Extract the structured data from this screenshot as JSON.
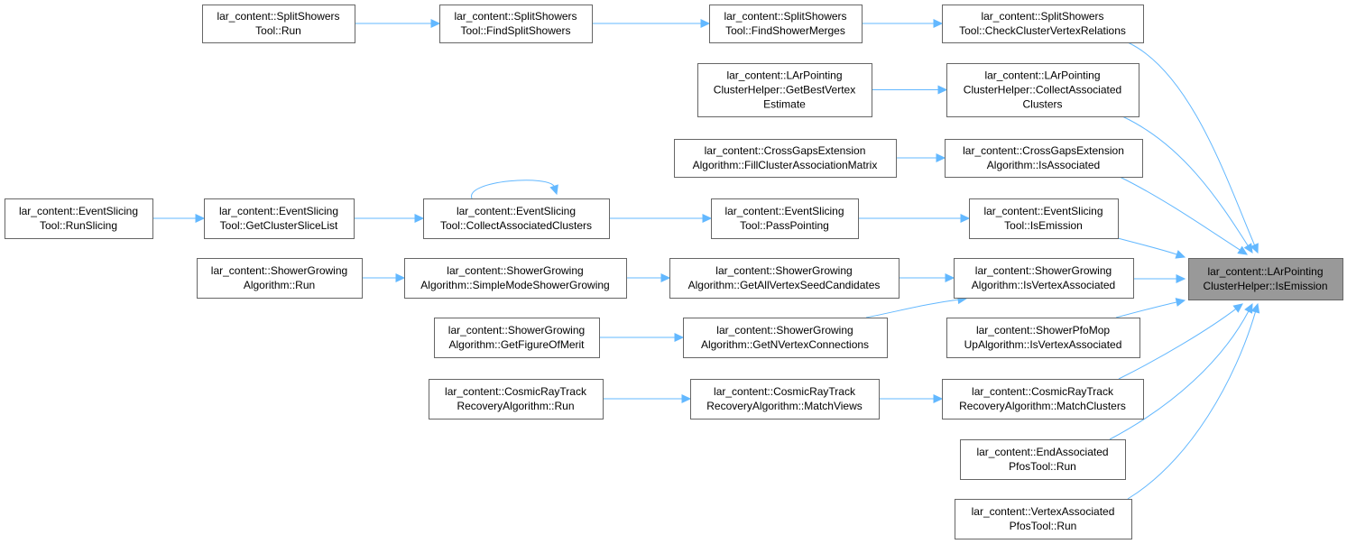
{
  "nodes": [
    {
      "id": "target",
      "lines": [
        "lar_content::LArPointing",
        "ClusterHelper::IsEmission"
      ],
      "focus": true
    },
    {
      "id": "n_check",
      "lines": [
        "lar_content::SplitShowers",
        "Tool::CheckClusterVertexRelations"
      ]
    },
    {
      "id": "n_findmerges",
      "lines": [
        "lar_content::SplitShowers",
        "Tool::FindShowerMerges"
      ]
    },
    {
      "id": "n_findsplit",
      "lines": [
        "lar_content::SplitShowers",
        "Tool::FindSplitShowers"
      ]
    },
    {
      "id": "n_splitrun",
      "lines": [
        "lar_content::SplitShowers",
        "Tool::Run"
      ]
    },
    {
      "id": "n_collectassoc",
      "lines": [
        "lar_content::LArPointing",
        "ClusterHelper::CollectAssociated",
        "Clusters"
      ]
    },
    {
      "id": "n_getbest",
      "lines": [
        "lar_content::LArPointing",
        "ClusterHelper::GetBestVertex",
        "Estimate"
      ]
    },
    {
      "id": "n_crossassoc",
      "lines": [
        "lar_content::CrossGapsExtension",
        "Algorithm::IsAssociated"
      ]
    },
    {
      "id": "n_crossfill",
      "lines": [
        "lar_content::CrossGapsExtension",
        "Algorithm::FillClusterAssociationMatrix"
      ]
    },
    {
      "id": "n_esemission",
      "lines": [
        "lar_content::EventSlicing",
        "Tool::IsEmission"
      ]
    },
    {
      "id": "n_espass",
      "lines": [
        "lar_content::EventSlicing",
        "Tool::PassPointing"
      ]
    },
    {
      "id": "n_escollect",
      "lines": [
        "lar_content::EventSlicing",
        "Tool::CollectAssociatedClusters"
      ]
    },
    {
      "id": "n_esgetlist",
      "lines": [
        "lar_content::EventSlicing",
        "Tool::GetClusterSliceList"
      ]
    },
    {
      "id": "n_esrun",
      "lines": [
        "lar_content::EventSlicing",
        "Tool::RunSlicing"
      ]
    },
    {
      "id": "n_sgvertex",
      "lines": [
        "lar_content::ShowerGrowing",
        "Algorithm::IsVertexAssociated"
      ]
    },
    {
      "id": "n_sgseed",
      "lines": [
        "lar_content::ShowerGrowing",
        "Algorithm::GetAllVertexSeedCandidates"
      ]
    },
    {
      "id": "n_sgsimple",
      "lines": [
        "lar_content::ShowerGrowing",
        "Algorithm::SimpleModeShowerGrowing"
      ]
    },
    {
      "id": "n_sgrun",
      "lines": [
        "lar_content::ShowerGrowing",
        "Algorithm::Run"
      ]
    },
    {
      "id": "n_sgnconn",
      "lines": [
        "lar_content::ShowerGrowing",
        "Algorithm::GetNVertexConnections"
      ]
    },
    {
      "id": "n_sgfom",
      "lines": [
        "lar_content::ShowerGrowing",
        "Algorithm::GetFigureOfMerit"
      ]
    },
    {
      "id": "n_pfomop",
      "lines": [
        "lar_content::ShowerPfoMop",
        "UpAlgorithm::IsVertexAssociated"
      ]
    },
    {
      "id": "n_crmatchclusters",
      "lines": [
        "lar_content::CosmicRayTrack",
        "RecoveryAlgorithm::MatchClusters"
      ]
    },
    {
      "id": "n_crmatchviews",
      "lines": [
        "lar_content::CosmicRayTrack",
        "RecoveryAlgorithm::MatchViews"
      ]
    },
    {
      "id": "n_crrun",
      "lines": [
        "lar_content::CosmicRayTrack",
        "RecoveryAlgorithm::Run"
      ]
    },
    {
      "id": "n_endassoc",
      "lines": [
        "lar_content::EndAssociated",
        "PfosTool::Run"
      ]
    },
    {
      "id": "n_vertexassoc",
      "lines": [
        "lar_content::VertexAssociated",
        "PfosTool::Run"
      ]
    }
  ],
  "edges": [
    {
      "from": "n_splitrun",
      "to": "n_findsplit"
    },
    {
      "from": "n_findsplit",
      "to": "n_findmerges"
    },
    {
      "from": "n_findmerges",
      "to": "n_check"
    },
    {
      "from": "n_check",
      "to": "target"
    },
    {
      "from": "n_getbest",
      "to": "n_collectassoc"
    },
    {
      "from": "n_collectassoc",
      "to": "target"
    },
    {
      "from": "n_crossfill",
      "to": "n_crossassoc"
    },
    {
      "from": "n_crossassoc",
      "to": "target"
    },
    {
      "from": "n_esrun",
      "to": "n_esgetlist"
    },
    {
      "from": "n_esgetlist",
      "to": "n_escollect"
    },
    {
      "from": "n_escollect",
      "to": "n_escollect"
    },
    {
      "from": "n_escollect",
      "to": "n_espass"
    },
    {
      "from": "n_espass",
      "to": "n_esemission"
    },
    {
      "from": "n_esemission",
      "to": "target"
    },
    {
      "from": "n_sgrun",
      "to": "n_sgsimple"
    },
    {
      "from": "n_sgsimple",
      "to": "n_sgseed"
    },
    {
      "from": "n_sgseed",
      "to": "n_sgvertex"
    },
    {
      "from": "n_sgfom",
      "to": "n_sgnconn"
    },
    {
      "from": "n_sgnconn",
      "to": "n_sgvertex"
    },
    {
      "from": "n_sgvertex",
      "to": "target"
    },
    {
      "from": "n_pfomop",
      "to": "target"
    },
    {
      "from": "n_crrun",
      "to": "n_crmatchviews"
    },
    {
      "from": "n_crmatchviews",
      "to": "n_crmatchclusters"
    },
    {
      "from": "n_crmatchclusters",
      "to": "target"
    },
    {
      "from": "n_endassoc",
      "to": "target"
    },
    {
      "from": "n_vertexassoc",
      "to": "target"
    }
  ],
  "colors": {
    "edge": "#63b8ff",
    "node_border": "#666666",
    "node_fill": "#ffffff",
    "focus_fill": "#999999"
  }
}
